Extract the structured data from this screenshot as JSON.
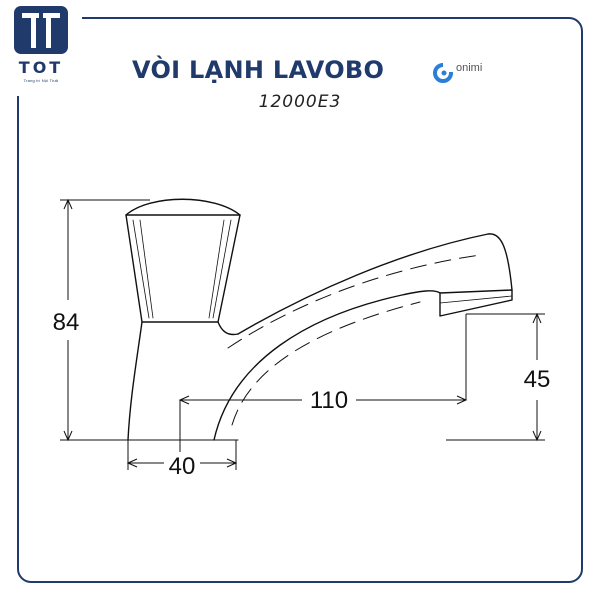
{
  "logo": {
    "text": "TOT",
    "tagline": "Trang trí Nội Thất"
  },
  "title": "VÒI LẠNH LAVOBO",
  "brand": {
    "name": "onimi"
  },
  "model": "12000E3",
  "dimensions": {
    "height": "84",
    "spout_reach": "110",
    "spout_height": "45",
    "base_width": "40"
  },
  "colors": {
    "frame": "#1f3a6b",
    "title": "#1f3a6b",
    "line": "#111111"
  }
}
